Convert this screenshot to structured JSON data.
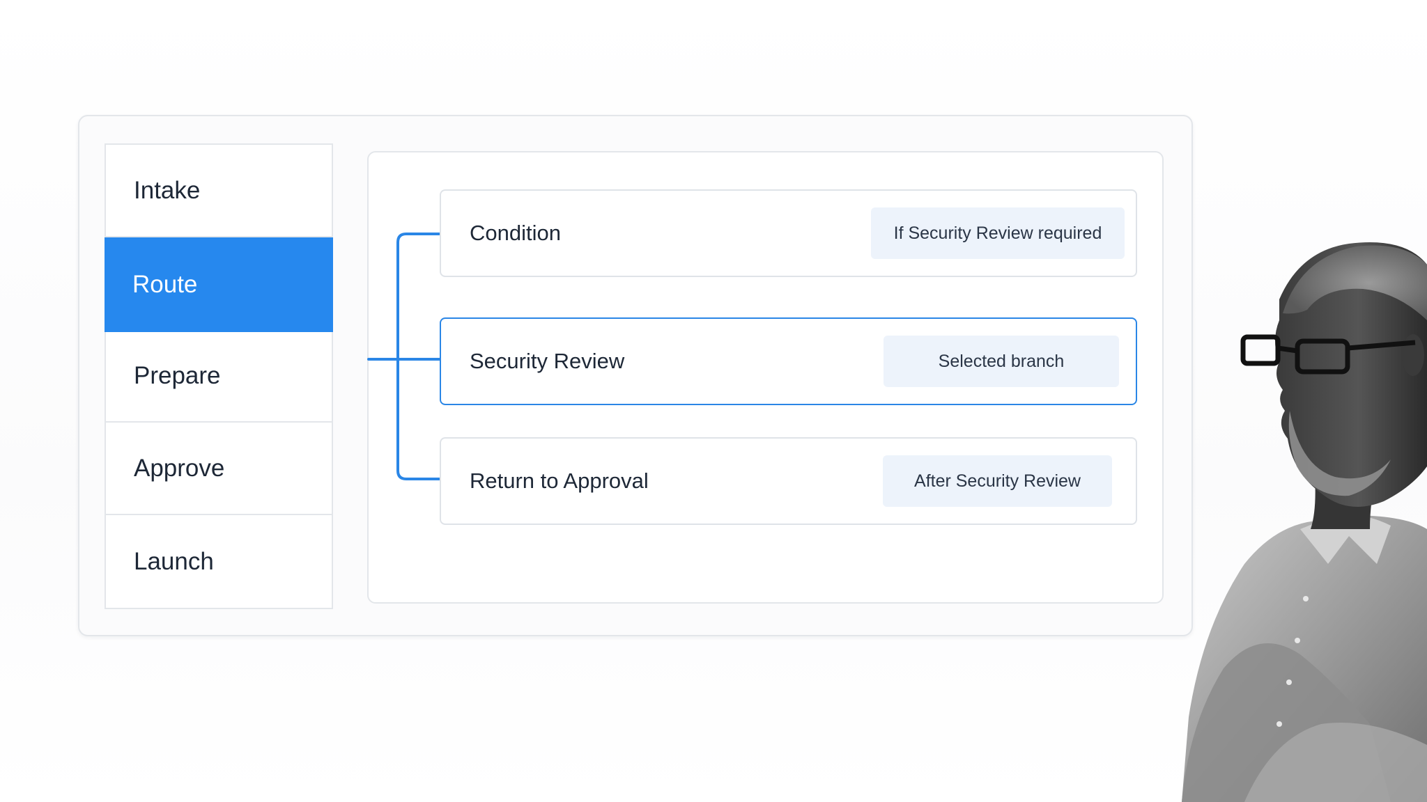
{
  "steps": [
    {
      "label": "Intake"
    },
    {
      "label": "Route",
      "active": true
    },
    {
      "label": "Prepare"
    },
    {
      "label": "Approve"
    },
    {
      "label": "Launch"
    }
  ],
  "branches": [
    {
      "label": "Condition",
      "tag": "If Security Review required"
    },
    {
      "label": "Security Review",
      "tag": "Selected branch",
      "selected": true
    },
    {
      "label": "Return to Approval",
      "tag": "After Security Review"
    }
  ],
  "colors": {
    "accent": "#2688ee",
    "pill_bg": "#edf3fb",
    "text": "#1d2736",
    "border": "#e3e6ea"
  },
  "illustration": "person-photo"
}
